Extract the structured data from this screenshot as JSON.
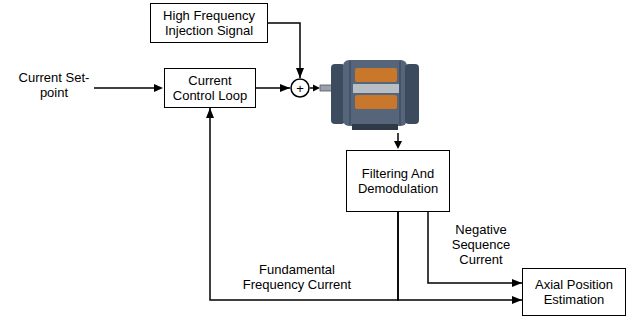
{
  "diagram": {
    "nodes": [
      {
        "text": [
          "High Frequency Injection Signal"
        ]
      },
      {
        "text": [
          "Current Control Loop"
        ]
      },
      {
        "text": [
          "+"
        ]
      },
      {
        "text": [
          "Filtering And Demodulation"
        ]
      },
      {
        "text": [
          "Axial Position Estimation"
        ]
      }
    ],
    "edges": [
      {
        "from": 1,
        "to": 2,
        "arrow": "to"
      },
      {
        "from": 0,
        "to": 2,
        "arrow": "to"
      },
      {
        "from": 3,
        "to": 1,
        "arrow": "to",
        "label": "Fundamental Frequency Current"
      },
      {
        "from": 3,
        "to": 4,
        "arrow": "to"
      },
      {
        "from": 3,
        "to": 4,
        "arrow": "to",
        "label": "Negative Sequence Current"
      }
    ],
    "labels": [
      "Current Set-point"
    ]
  }
}
